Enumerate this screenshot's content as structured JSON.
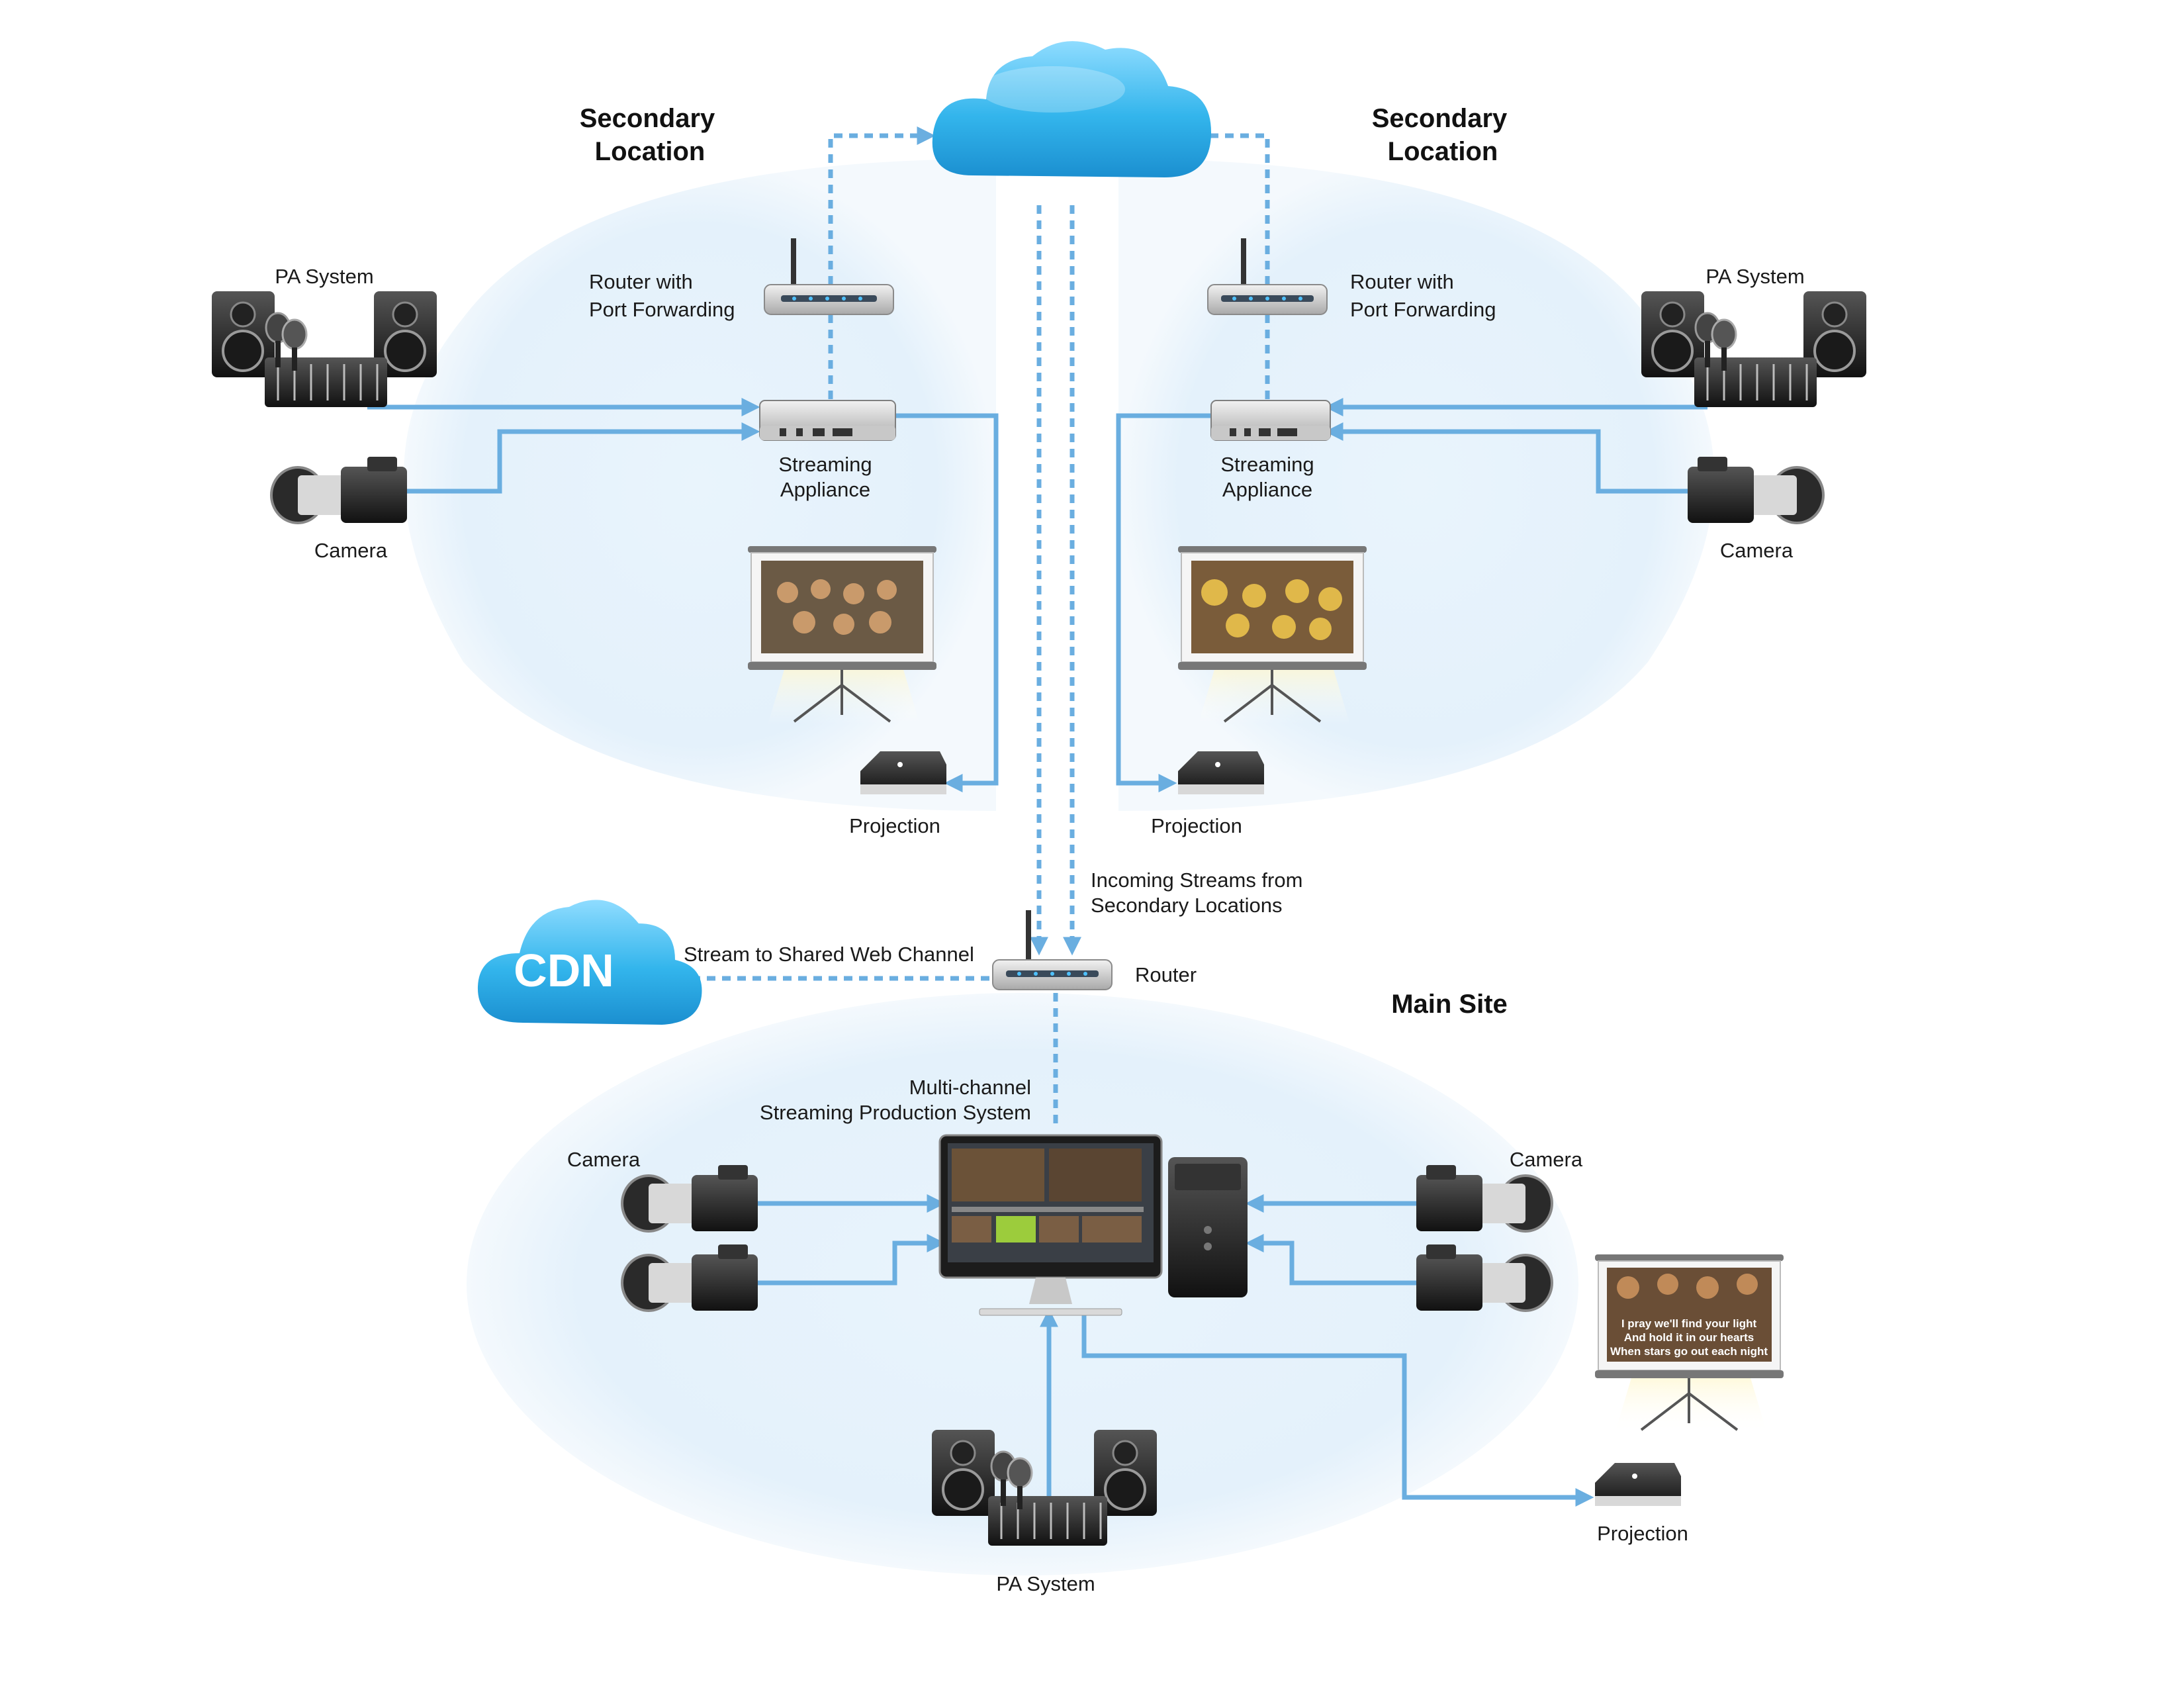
{
  "titles": {
    "secondary_left": [
      "Secondary",
      "Location"
    ],
    "secondary_right": [
      "Secondary",
      "Location"
    ],
    "main_site": "Main Site"
  },
  "labels": {
    "router_left": [
      "Router with",
      "Port Forwarding"
    ],
    "router_right": [
      "Router with",
      "Port Forwarding"
    ],
    "pa_left": "PA System",
    "pa_right": "PA System",
    "pa_main": "PA System",
    "appliance_left": [
      "Streaming",
      "Appliance"
    ],
    "appliance_right": [
      "Streaming",
      "Appliance"
    ],
    "camera_left": "Camera",
    "camera_right": "Camera",
    "camera_main_left": "Camera",
    "camera_main_right": "Camera",
    "projection_left": "Projection",
    "projection_right": "Projection",
    "projection_main": "Projection",
    "incoming": [
      "Incoming Streams from",
      "Secondary Locations"
    ],
    "stream_shared": "Stream to Shared Web Channel",
    "router_main": "Router",
    "production": [
      "Multi-channel",
      "Streaming Production System"
    ],
    "cdn": "CDN"
  },
  "screen_lyrics": [
    "I pray we'll find your light",
    "And hold it in our hearts",
    "When stars go out each night"
  ],
  "colors": {
    "connector": "#6aaee0",
    "zone_fill": "#e8f3fb",
    "cloud": "#3ab8ee"
  }
}
